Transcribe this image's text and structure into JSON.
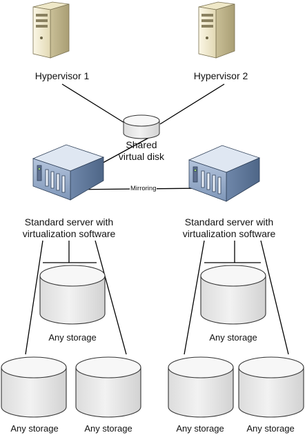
{
  "nodes": {
    "hypervisor_1": "Hypervisor 1",
    "hypervisor_2": "Hypervisor 2",
    "shared_disk": "Shared\nvirtual disk",
    "server_left": "Standard server with\nvirtualization software",
    "server_right": "Standard server with\nvirtualization software",
    "mirroring": "Mirroring",
    "storage_label": "Any storage"
  },
  "storage_left": [
    "Any storage",
    "Any storage",
    "Any storage"
  ],
  "storage_right": [
    "Any storage",
    "Any storage",
    "Any storage"
  ],
  "colors": {
    "line": "#000000",
    "disk_fill": "#ececec",
    "disk_top": "#f7f7f7",
    "tower_light": "#f4efd8",
    "tower_dark": "#cfc6a0",
    "rack_top": "#dde6f2",
    "rack_side": "#6d86a8",
    "rack_front": "#8ea5c6"
  }
}
